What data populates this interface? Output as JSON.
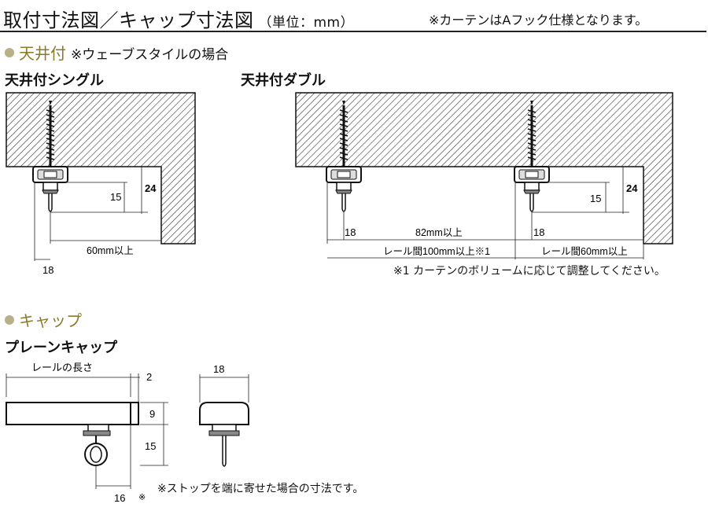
{
  "header": {
    "title": "取付寸法図／キャップ寸法図",
    "unit": "（単位：mm）",
    "note": "※カーテンはAフック仕様となります。"
  },
  "ceiling": {
    "section_label": "天井付",
    "section_sub": "※ウェーブスタイルの場合",
    "single": {
      "title": "天井付シングル",
      "dim_24": "24",
      "dim_15": "15",
      "dim_60": "60mm以上",
      "dim_18": "18"
    },
    "double": {
      "title": "天井付ダブル",
      "dim_24": "24",
      "dim_15": "15",
      "dim_18_left": "18",
      "dim_82": "82mm以上",
      "dim_18_right": "18",
      "rail_gap_1": "レール間100mm以上※1",
      "rail_gap_2": "レール間60mm以上",
      "footnote": "※1 カーテンのボリュームに応じて調整してください。"
    }
  },
  "cap": {
    "section_label": "キャップ",
    "title": "プレーンキャップ",
    "rail_length": "レールの長さ",
    "dim_2": "2",
    "dim_9": "9",
    "dim_15": "15",
    "dim_16": "16",
    "dim_16_mark": "※",
    "dim_18": "18",
    "note": "※ストップを端に寄せた場合の寸法です。"
  },
  "colors": {
    "cap_section": "#8a7a2a",
    "dot": "#b9b08a",
    "line": "#222222"
  }
}
